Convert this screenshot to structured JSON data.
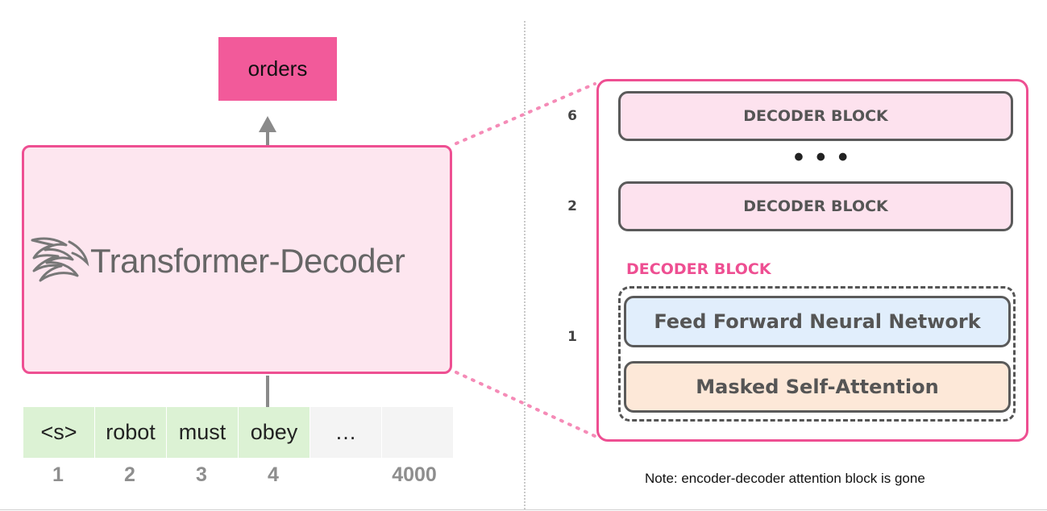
{
  "output_token": "orders",
  "model": {
    "title": "Transformer-Decoder",
    "logo_icon": "flame-swirl-logo-icon"
  },
  "input_tokens": [
    {
      "text": "<s>",
      "filled": true
    },
    {
      "text": "robot",
      "filled": true
    },
    {
      "text": "must",
      "filled": true
    },
    {
      "text": "obey",
      "filled": true
    },
    {
      "text": "…",
      "filled": false
    },
    {
      "text": "",
      "filled": false
    }
  ],
  "positions": [
    "1",
    "2",
    "3",
    "4",
    "4000"
  ],
  "stack": {
    "layers": [
      {
        "number": "6",
        "label": "DECODER BLOCK"
      },
      {
        "number": "2",
        "label": "DECODER BLOCK"
      }
    ],
    "ellipsis": "• • •",
    "expanded_layer": {
      "number": "1",
      "caption": "DECODER BLOCK",
      "sublayers": [
        "Feed Forward Neural Network",
        "Masked Self-Attention"
      ]
    }
  },
  "note": "Note: encoder-decoder attention block is gone",
  "colors": {
    "accent": "#ee4f92",
    "output_fill": "#f25a9a",
    "decoder_fill": "#fde6ef",
    "token_fill": "#dcf2d4",
    "ffnn_fill": "#e1eefc",
    "attention_fill": "#fde8d8"
  }
}
